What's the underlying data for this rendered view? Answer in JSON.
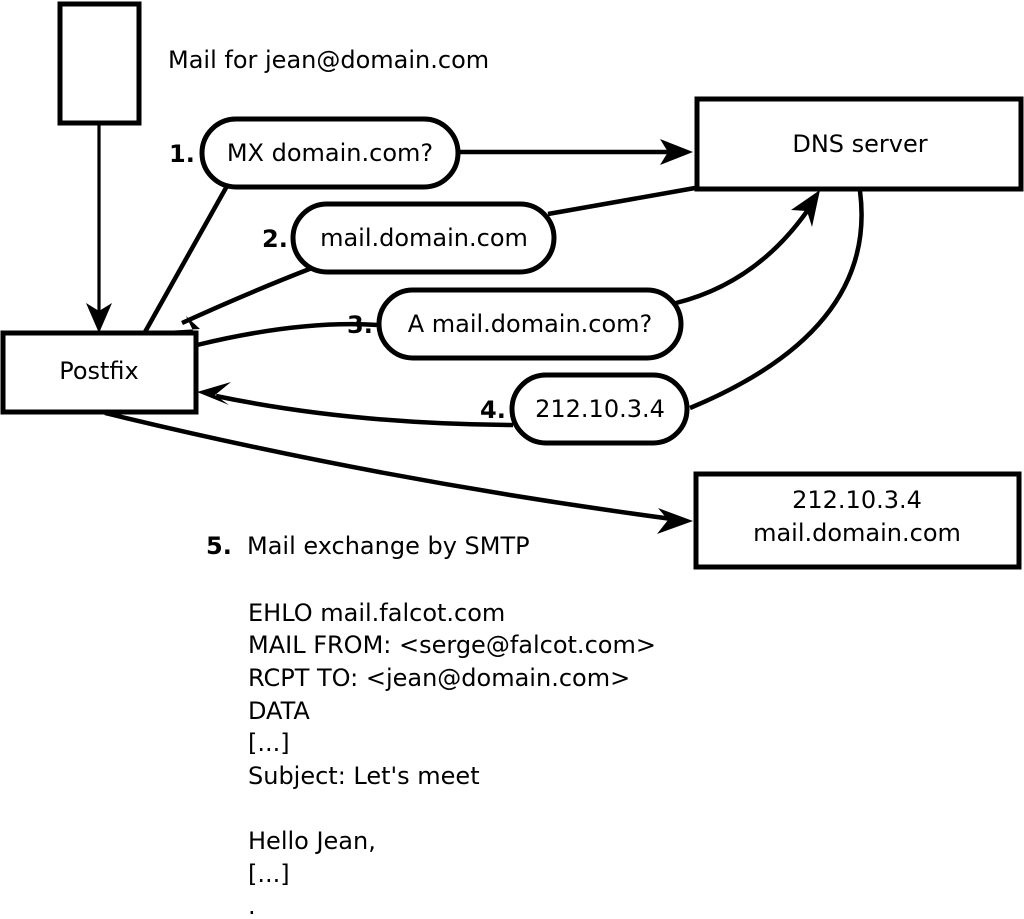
{
  "diagram": {
    "title_note": "Mail for jean@domain.com",
    "nodes": {
      "mail_source": {
        "label": ""
      },
      "postfix": {
        "label": "Postfix"
      },
      "dns_server": {
        "label": "DNS server"
      },
      "mail_server": {
        "line1": "212.10.3.4",
        "line2": "mail.domain.com"
      }
    },
    "steps": [
      {
        "num": "1.",
        "label": "MX domain.com?"
      },
      {
        "num": "2.",
        "label": "mail.domain.com"
      },
      {
        "num": "3.",
        "label": "A mail.domain.com?"
      },
      {
        "num": "4.",
        "label": "212.10.3.4"
      },
      {
        "num": "5.",
        "label": "Mail exchange by SMTP"
      }
    ],
    "smtp_transcript": [
      "EHLO mail.falcot.com",
      "MAIL FROM: <serge@falcot.com>",
      "RCPT TO: <jean@domain.com>",
      "DATA",
      "[...]",
      "Subject: Let's meet",
      "",
      "Hello Jean,",
      "[...]",
      "."
    ],
    "colors": {
      "stroke": "#000000",
      "fill": "#ffffff",
      "text": "#000000"
    }
  }
}
